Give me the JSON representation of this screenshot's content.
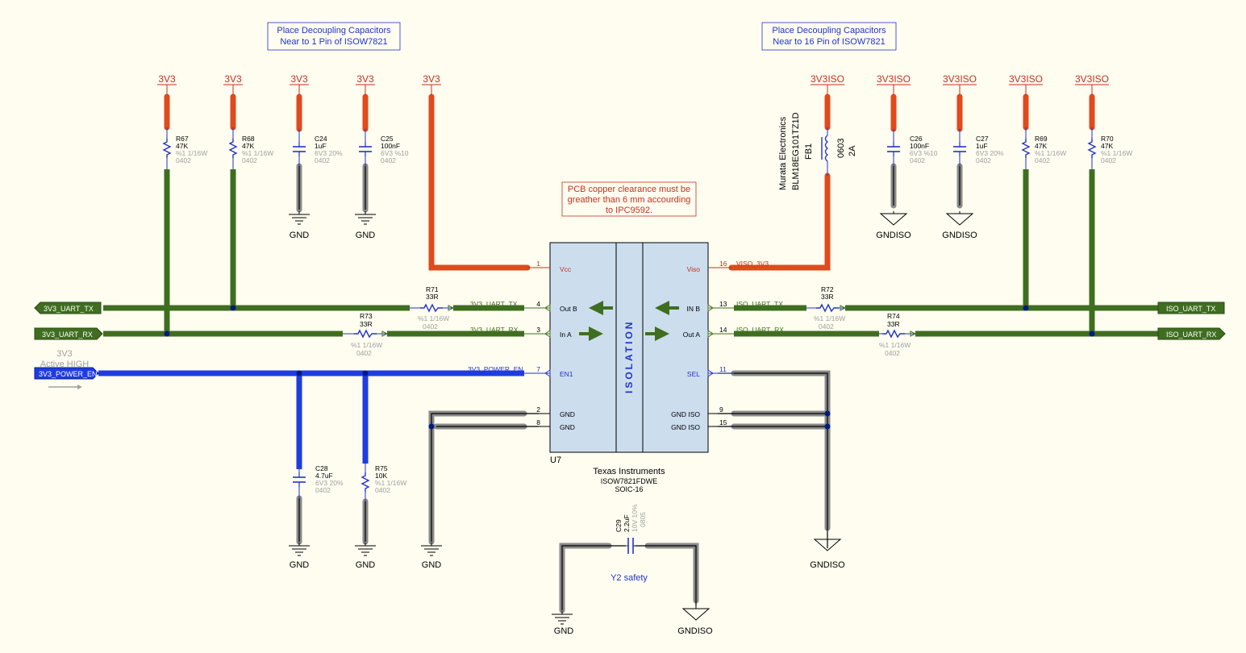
{
  "notes": {
    "decoupling_left": [
      "Place Decoupling Capacitors",
      "Near to 1 Pin of ISOW7821"
    ],
    "decoupling_right": [
      "Place Decoupling Capacitors",
      "Near to 16 Pin of ISOW7821"
    ],
    "clearance": [
      "PCB copper clearance must be",
      "greather than 6 mm accourding",
      "to IPC9592."
    ],
    "enable_hint": [
      "3V3",
      "Active HIGH"
    ],
    "y2": "Y2 safety"
  },
  "power": {
    "v3v3": "3V3",
    "v3v3iso": "3V3ISO",
    "gnd": "GND",
    "gndiso": "GNDISO"
  },
  "ports": {
    "uart_tx": "3V3_UART_TX",
    "uart_rx": "3V3_UART_RX",
    "power_en": "3V3_POWER_EN",
    "iso_tx": "ISO_UART_TX",
    "iso_rx": "ISO_UART_RX"
  },
  "nets": {
    "tx": "3V3_UART_TX",
    "rx": "3V3_UART_RX",
    "en": "3V3_POWER_EN",
    "viso": "VISO_3V3",
    "iso_tx": "ISO_UART_TX",
    "iso_rx": "ISO_UART_RX"
  },
  "ic": {
    "ref": "U7",
    "mfr": "Texas Instruments",
    "part": "ISOW7821FDWE",
    "pkg": "SOIC-16",
    "isolation": "ISOLATION",
    "left_pins": [
      {
        "num": "1",
        "name": "Vcc"
      },
      {
        "num": "4",
        "name": "Out B"
      },
      {
        "num": "3",
        "name": "In A"
      },
      {
        "num": "7",
        "name": "EN1"
      },
      {
        "num": "2",
        "name": "GND"
      },
      {
        "num": "8",
        "name": "GND"
      }
    ],
    "right_pins": [
      {
        "num": "16",
        "name": "Viso"
      },
      {
        "num": "13",
        "name": "IN B"
      },
      {
        "num": "14",
        "name": "Out A"
      },
      {
        "num": "11",
        "name": "SEL"
      },
      {
        "num": "9",
        "name": "GND ISO"
      },
      {
        "num": "15",
        "name": "GND ISO"
      }
    ]
  },
  "parts": {
    "R67": {
      "ref": "R67",
      "val": "47K",
      "tol": "%1 1/16W",
      "pkg": "0402"
    },
    "R68": {
      "ref": "R68",
      "val": "47K",
      "tol": "%1 1/16W",
      "pkg": "0402"
    },
    "C24": {
      "ref": "C24",
      "val": "1uF",
      "tol": "6V3 20%",
      "pkg": "0402"
    },
    "C25": {
      "ref": "C25",
      "val": "100nF",
      "tol": "6V3 %10",
      "pkg": "0402"
    },
    "R71": {
      "ref": "R71",
      "val": "33R",
      "tol": "%1 1/16W",
      "pkg": "0402"
    },
    "R73": {
      "ref": "R73",
      "val": "33R",
      "tol": "%1 1/16W",
      "pkg": "0402"
    },
    "C28": {
      "ref": "C28",
      "val": "4.7uF",
      "tol": "6V3 20%",
      "pkg": "0402"
    },
    "R75": {
      "ref": "R75",
      "val": "10K",
      "tol": "%1 1/16W",
      "pkg": "0402"
    },
    "C26": {
      "ref": "C26",
      "val": "100nF",
      "tol": "6V3 %10",
      "pkg": "0402"
    },
    "C27": {
      "ref": "C27",
      "val": "1uF",
      "tol": "6V3 20%",
      "pkg": "0402"
    },
    "R69": {
      "ref": "R69",
      "val": "47K",
      "tol": "%1 1/16W",
      "pkg": "0402"
    },
    "R70": {
      "ref": "R70",
      "val": "47K",
      "tol": "%1 1/16W",
      "pkg": "0402"
    },
    "R72": {
      "ref": "R72",
      "val": "33R",
      "tol": "%1 1/16W",
      "pkg": "0402"
    },
    "R74": {
      "ref": "R74",
      "val": "33R",
      "tol": "%1 1/16W",
      "pkg": "0402"
    },
    "C29": {
      "ref": "C29",
      "val": "2.2uF",
      "tol": "10V 10%",
      "pkg": "0805"
    },
    "FB1": {
      "ref": "FB1",
      "mfr": "Murata Electronics",
      "part": "BLM18EG101TZ1D",
      "pkg": "0603",
      "cur": "2A"
    }
  },
  "colors": {
    "background": "#FEFDF0",
    "power_net": "#E04A1E",
    "signal_net": "#3F6E20",
    "enable_net": "#1E3CE0",
    "ground_net": "#808080",
    "ic_fill": "#CCDDEE",
    "label_red": "#C8301E",
    "label_blue": "#2233CC",
    "muted": "#A0A0A0"
  }
}
